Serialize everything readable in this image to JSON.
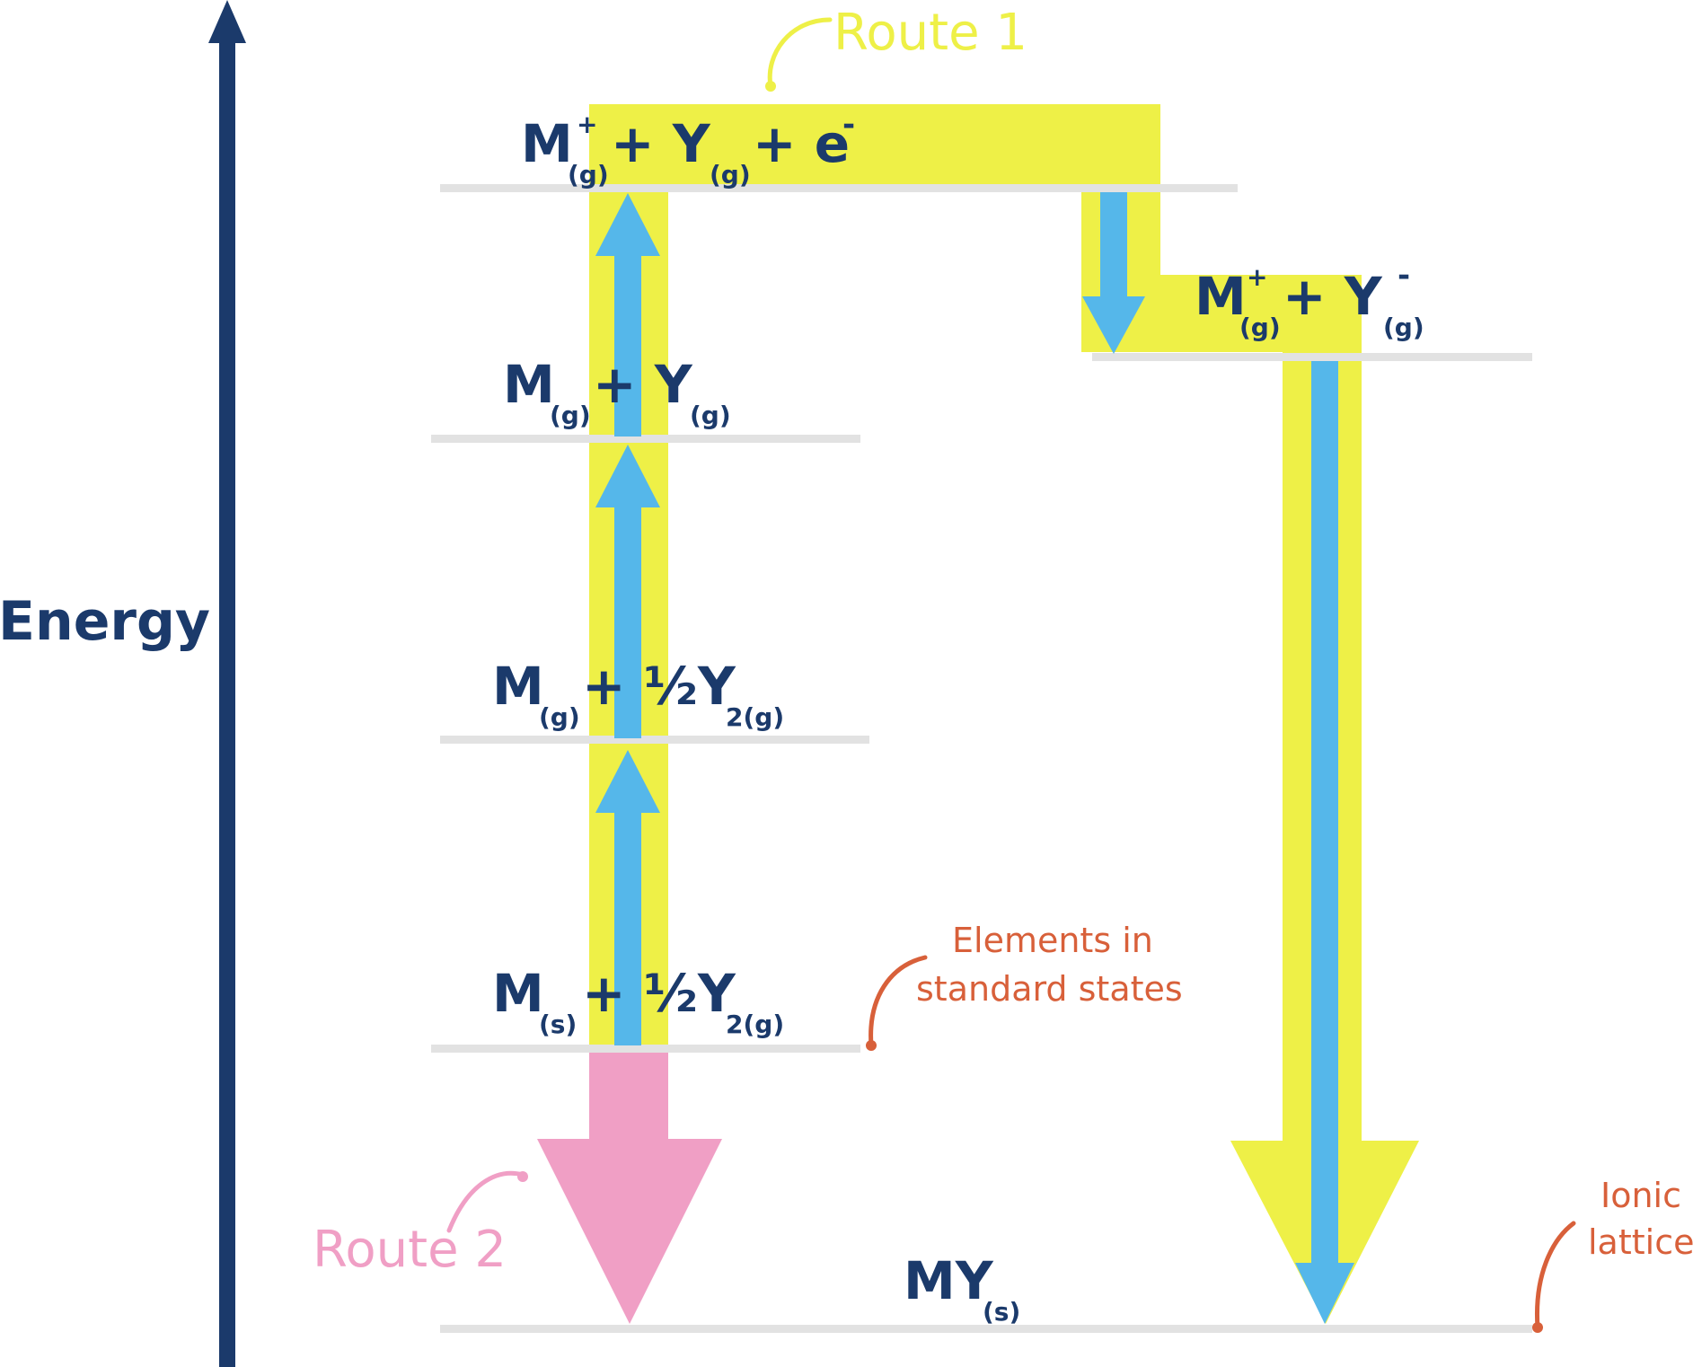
{
  "axis": {
    "label": "Energy"
  },
  "routes": {
    "route1": "Route 1",
    "route2": "Route 2"
  },
  "annotations": {
    "elements_line1": "Elements in",
    "elements_line2": "standard states",
    "lattice_line1": "Ionic",
    "lattice_line2": "lattice"
  },
  "levels": {
    "ions_electron": {
      "m": "M",
      "plus_sup": "+",
      "g1": "(g)",
      "y": " + Y",
      "g2": "(g)",
      "e": " + e",
      "minus_sup": "-"
    },
    "gaseous_ions": {
      "m": "M",
      "plus_sup": "+",
      "g1": "(g)",
      "y": " + Y",
      "minus_sup": "-",
      "g2": "(g)"
    },
    "gaseous_atoms": {
      "m": "M",
      "g1": "(g)",
      "y": " + Y",
      "g2": "(g)"
    },
    "atomised_metal": {
      "m": "M",
      "g1": "(g)",
      "y": " + ½Y",
      "sub": "2(g)"
    },
    "standard_states": {
      "m": "M",
      "s": "(s)",
      "y": " + ½Y",
      "sub": "2(g)"
    },
    "lattice": {
      "my": "MY",
      "s": "(s)"
    }
  },
  "colors": {
    "navy": "#1b3a6b",
    "yellow": "#eef047",
    "blue": "#55b7ea",
    "pink": "#f09fc5",
    "orange": "#d8603a",
    "level_line": "#e2e2e2"
  }
}
